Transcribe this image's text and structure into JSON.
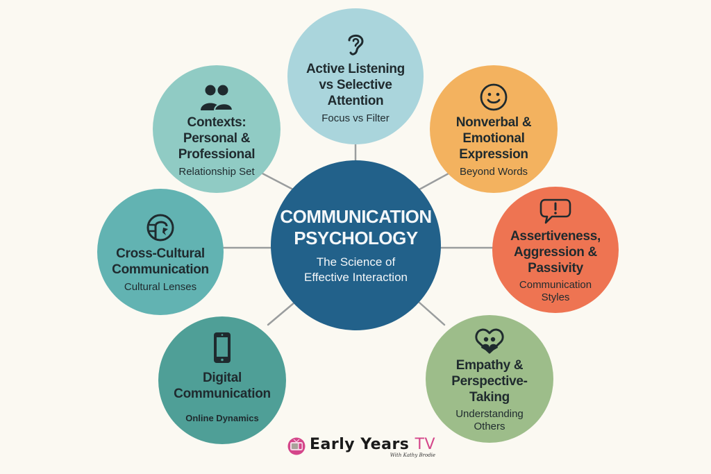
{
  "center": {
    "title": "COMMUNICATION\nPSYCHOLOGY",
    "subtitle": "The Science of\nEffective Interaction",
    "color": "#22618a"
  },
  "nodes": [
    {
      "id": "active-listening",
      "title": "Active Listening\nvs Selective\nAttention",
      "subtitle": "Focus vs Filter",
      "icon": "ear-icon",
      "color": "#aad5dc"
    },
    {
      "id": "nonverbal",
      "title": "Nonverbal &\nEmotional\nExpression",
      "subtitle": "Beyond Words",
      "icon": "smiley-face-icon",
      "color": "#f3b25f"
    },
    {
      "id": "assertiveness",
      "title": "Assertiveness,\nAggression &\nPassivity",
      "subtitle": "Communication\nStyles",
      "icon": "speech-bubble-exclamation-icon",
      "color": "#ee7452"
    },
    {
      "id": "empathy",
      "title": "Empathy &\nPerspective-\nTaking",
      "subtitle": "Understanding\nOthers",
      "icon": "heart-people-icon",
      "color": "#9dbd8a"
    },
    {
      "id": "digital",
      "title": "Digital\nCommunication",
      "subtitle": "Online Dynamics",
      "icon": "smartphone-icon",
      "color": "#4f9f97"
    },
    {
      "id": "cross-cultural",
      "title": "Cross-Cultural\nCommunication",
      "subtitle": "Cultural Lenses",
      "icon": "globe-lens-icon",
      "color": "#62b3b2"
    },
    {
      "id": "contexts",
      "title": "Contexts:\nPersonal &\nProfessional",
      "subtitle": "Relationship Set",
      "icon": "two-people-icon",
      "color": "#90cbc4"
    }
  ],
  "connector_color": "#9a9d9e",
  "background": "#fbf9f2",
  "logo": {
    "brand": "Early Years",
    "brand_suffix": "TV",
    "tagline": "With Kathy Brodie",
    "accent": "#d4468a"
  }
}
